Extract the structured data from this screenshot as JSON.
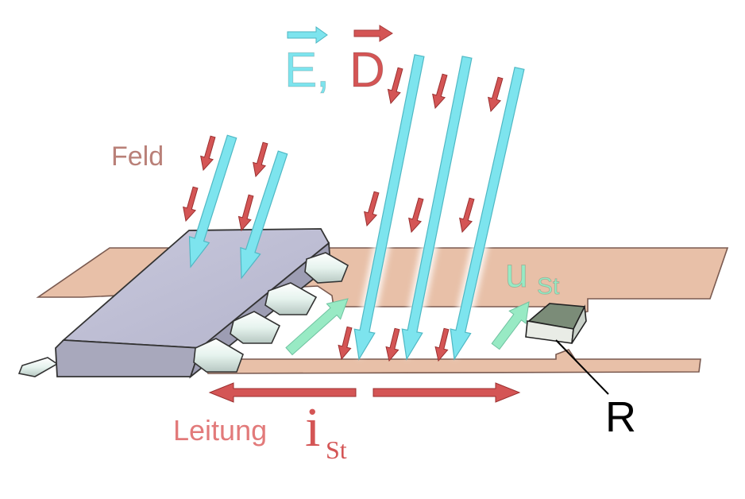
{
  "labels": {
    "field": "Feld",
    "line": "Leitung",
    "e_symbol": "E",
    "separator": ",",
    "d_symbol": "D",
    "voltage_symbol": "u",
    "voltage_subscript": "St",
    "current_symbol": "i",
    "current_subscript": "St",
    "resistor": "R"
  },
  "colors": {
    "e_field": "#7de4ee",
    "d_field": "#d45555",
    "field_label": "#b98078",
    "line_label": "#e27a7a",
    "voltage": "#98eac4",
    "current": "#d45555",
    "trace": "#e8c0a8",
    "chip": "#bfbfd6",
    "resistor": "#7b8c78",
    "text": "#000000"
  }
}
